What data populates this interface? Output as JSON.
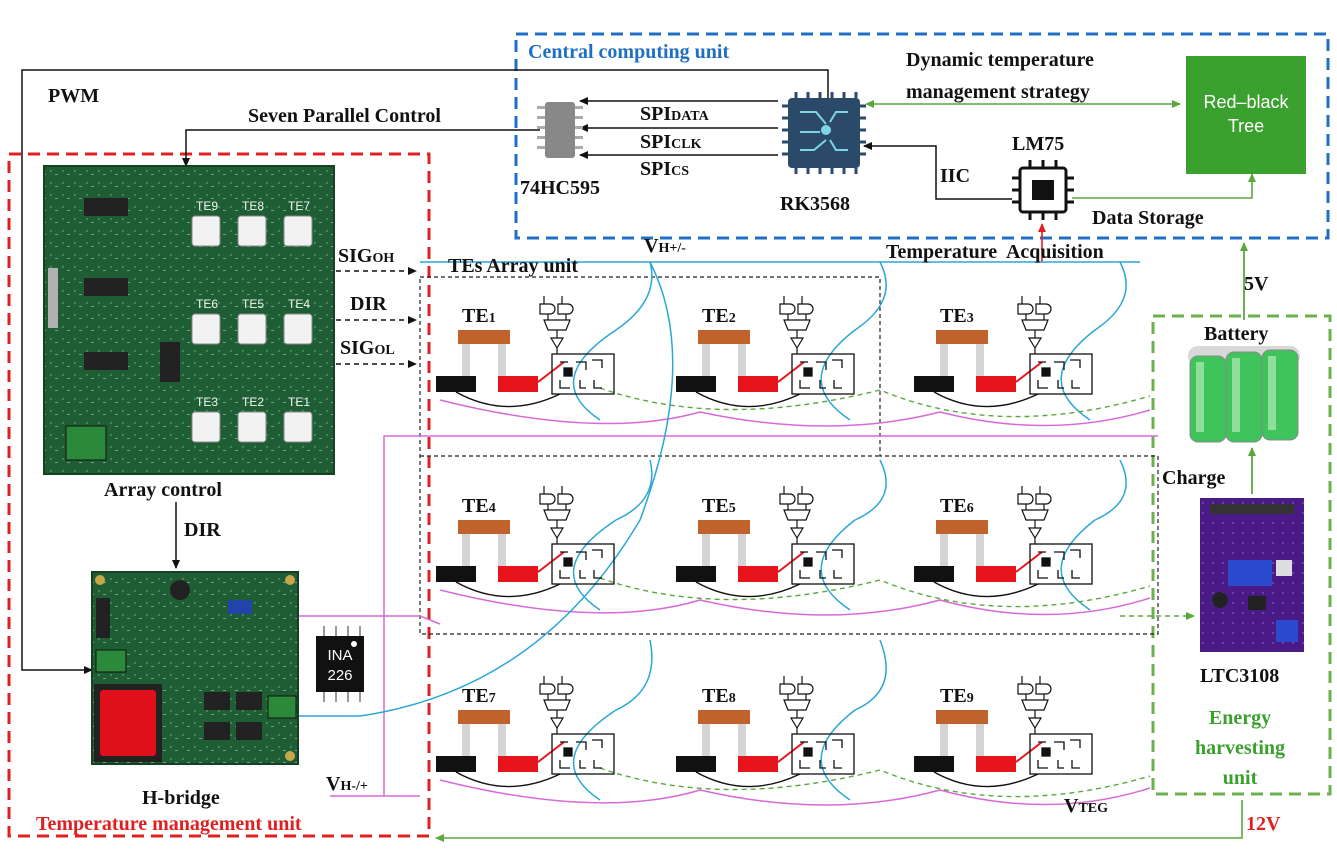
{
  "pwm": "PWM",
  "seven_parallel": "Seven Parallel Control",
  "central": {
    "title": "Central computing unit",
    "dynamic_line1": "Dynamic temperature",
    "dynamic_line2": "management strategy",
    "tree_line1": "Red–black",
    "tree_line2": "Tree",
    "spi_data_main": "SPI",
    "spi_data_sub": "DATA",
    "spi_clk_main": "SPI",
    "spi_clk_sub": "CLK",
    "spi_cs_main": "SPI",
    "spi_cs_sub": "CS",
    "chip_595": "74HC595",
    "rk": "RK3568",
    "lm75": "LM75",
    "iic": "IIC",
    "data_storage": "Data Storage",
    "temp_acq": "Temperature  Acquisition"
  },
  "array": {
    "title": "TEs Array unit",
    "vh_main": "V",
    "vh_sub": "H+/-",
    "sig_oh_main": "SIG",
    "sig_oh_sub": "OH",
    "dir": "DIR",
    "sig_ol_main": "SIG",
    "sig_ol_sub": "OL",
    "te_prefix": "TE",
    "te_numbers": [
      "1",
      "2",
      "3",
      "4",
      "5",
      "6",
      "7",
      "8",
      "9"
    ]
  },
  "board": {
    "te_labels": [
      "TE9",
      "TE8",
      "TE7",
      "TE6",
      "TE5",
      "TE4",
      "TE3",
      "TE2",
      "TE1"
    ]
  },
  "temp_mgmt": {
    "array_control": "Array control",
    "dir": "DIR",
    "ina_line1": "INA",
    "ina_line2": "226",
    "hbridge": "H-bridge",
    "title": "Temperature management unit",
    "vh_main": "V",
    "vh_sub": "H-/+"
  },
  "energy": {
    "five_v": "5V",
    "battery": "Battery",
    "charge": "Charge",
    "ltc": "LTC3108",
    "title_line1": "Energy",
    "title_line2": "harvesting",
    "title_line3": "unit",
    "vteg_main": "V",
    "vteg_sub": "TEG",
    "twelve_v": "12V"
  },
  "colors": {
    "blue_box": "#1f6fc4",
    "red_box": "#e02020",
    "green_box": "#6ab04c",
    "tree_fill": "#3aa02e",
    "te_top": "#c0622b",
    "te_red": "#e8141b",
    "pcb": "#1f5e34",
    "cyan_wire": "#2aa7d6",
    "pink_wire": "#d86ad8",
    "green_wire": "#5aa83c"
  }
}
